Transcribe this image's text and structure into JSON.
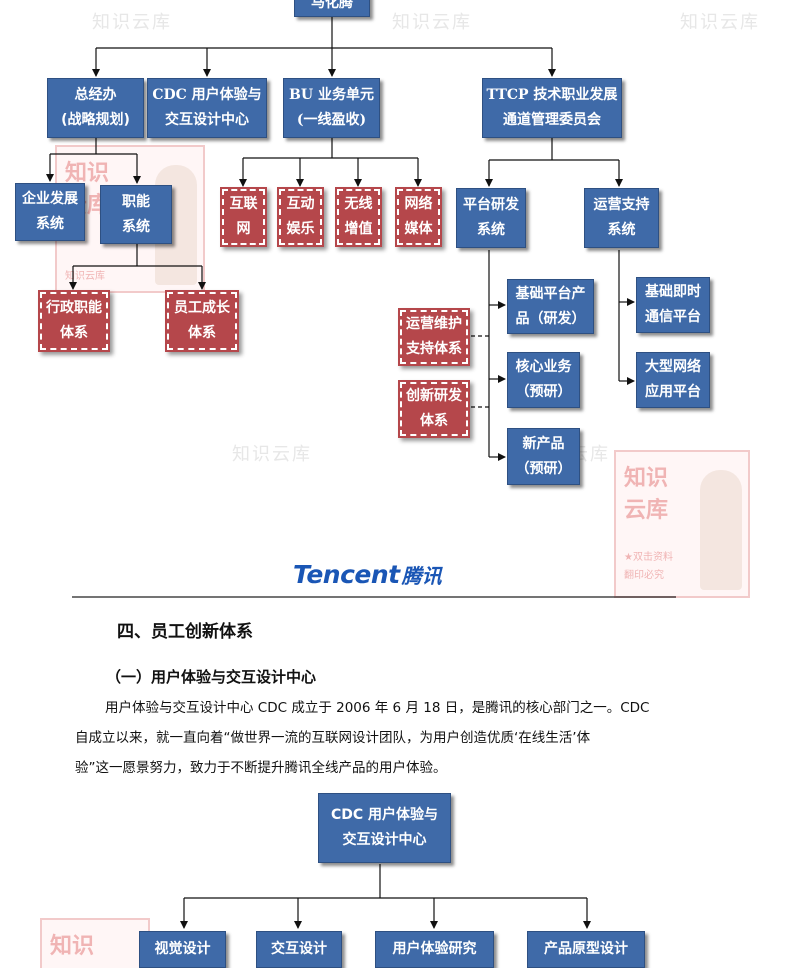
{
  "watermark": "知识云库",
  "stamp": {
    "title_1": "知识",
    "title_2": "云库",
    "line_1": "★双击资料",
    "line_2": "翻印必究",
    "line_small": "知识云库"
  },
  "org_chart": {
    "root": "马化腾",
    "zongjingban": [
      "总经办",
      "(战略规划)"
    ],
    "cdc": [
      "CDC 用户体验与",
      "交互设计中心"
    ],
    "bu": [
      "BU 业务单元",
      "(一线盈收)"
    ],
    "ttcp": [
      "TTCP 技术职业发展",
      "通道管理委员会"
    ],
    "qiye": [
      "企业发展",
      "系统"
    ],
    "zhineng": [
      "职能",
      "系统"
    ],
    "xingzheng": [
      "行政职能",
      "体系"
    ],
    "yuangong": [
      "员工成长",
      "体系"
    ],
    "hulianwang": [
      "互联",
      "网"
    ],
    "hudong": [
      "互动",
      "娱乐"
    ],
    "wuxian": [
      "无线",
      "增值"
    ],
    "wangluo": [
      "网络",
      "媒体"
    ],
    "pingtai": [
      "平台研发",
      "系统"
    ],
    "yunying": [
      "运营支持",
      "系统"
    ],
    "jichu_pingtai": [
      "基础平台产",
      "品（研发）"
    ],
    "hexin": [
      "核心业务",
      "（预研）"
    ],
    "xinchanpin": [
      "新产品",
      "（预研）"
    ],
    "yunwei": [
      "运营维护",
      "支持体系"
    ],
    "chuangxin": [
      "创新研发",
      "体系"
    ],
    "jishi": [
      "基础即时",
      "通信平台"
    ],
    "dawangluo": [
      "大型网络",
      "应用平台"
    ]
  },
  "logo": {
    "latin": "Tencent",
    "cn": "腾讯"
  },
  "section_title": "四、员工创新体系",
  "subsection_title": "（一）用户体验与交互设计中心",
  "paragraph": {
    "line_1": "用户体验与交互设计中心 CDC 成立于 2006 年 6 月 18 日，是腾讯的核心部门之一。CDC",
    "line_2": "自成立以来，就一直向着“做世界一流的互联网设计团队，为用户创造优质‘在线生活’体",
    "line_3": "验”这一愿景努力，致力于不断提升腾讯全线产品的用户体验。"
  },
  "cdc_chart": {
    "root": [
      "CDC 用户体验与",
      "交互设计中心"
    ],
    "children": [
      "视觉设计",
      "交互设计",
      "用户体验研究",
      "产品原型设计"
    ]
  },
  "colors": {
    "box_blue": "#3f6aa8",
    "box_red": "#b5474b",
    "line": "#111111"
  }
}
